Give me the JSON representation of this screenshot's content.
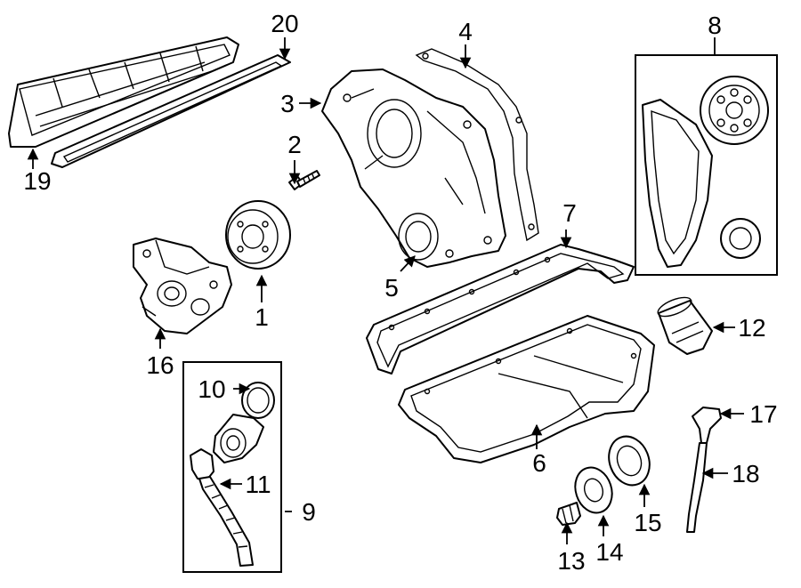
{
  "diagram": {
    "callouts": [
      {
        "id": "1",
        "text": "1"
      },
      {
        "id": "2",
        "text": "2"
      },
      {
        "id": "3",
        "text": "3"
      },
      {
        "id": "4",
        "text": "4"
      },
      {
        "id": "5",
        "text": "5"
      },
      {
        "id": "6",
        "text": "6"
      },
      {
        "id": "7",
        "text": "7"
      },
      {
        "id": "8",
        "text": "8"
      },
      {
        "id": "9",
        "text": "9"
      },
      {
        "id": "10",
        "text": "10"
      },
      {
        "id": "11",
        "text": "11"
      },
      {
        "id": "12",
        "text": "12"
      },
      {
        "id": "13",
        "text": "13"
      },
      {
        "id": "14",
        "text": "14"
      },
      {
        "id": "15",
        "text": "15"
      },
      {
        "id": "16",
        "text": "16"
      },
      {
        "id": "17",
        "text": "17"
      },
      {
        "id": "18",
        "text": "18"
      },
      {
        "id": "19",
        "text": "19"
      },
      {
        "id": "20",
        "text": "20"
      }
    ]
  },
  "colors": {
    "background": "#ffffff",
    "line": "#000000"
  }
}
